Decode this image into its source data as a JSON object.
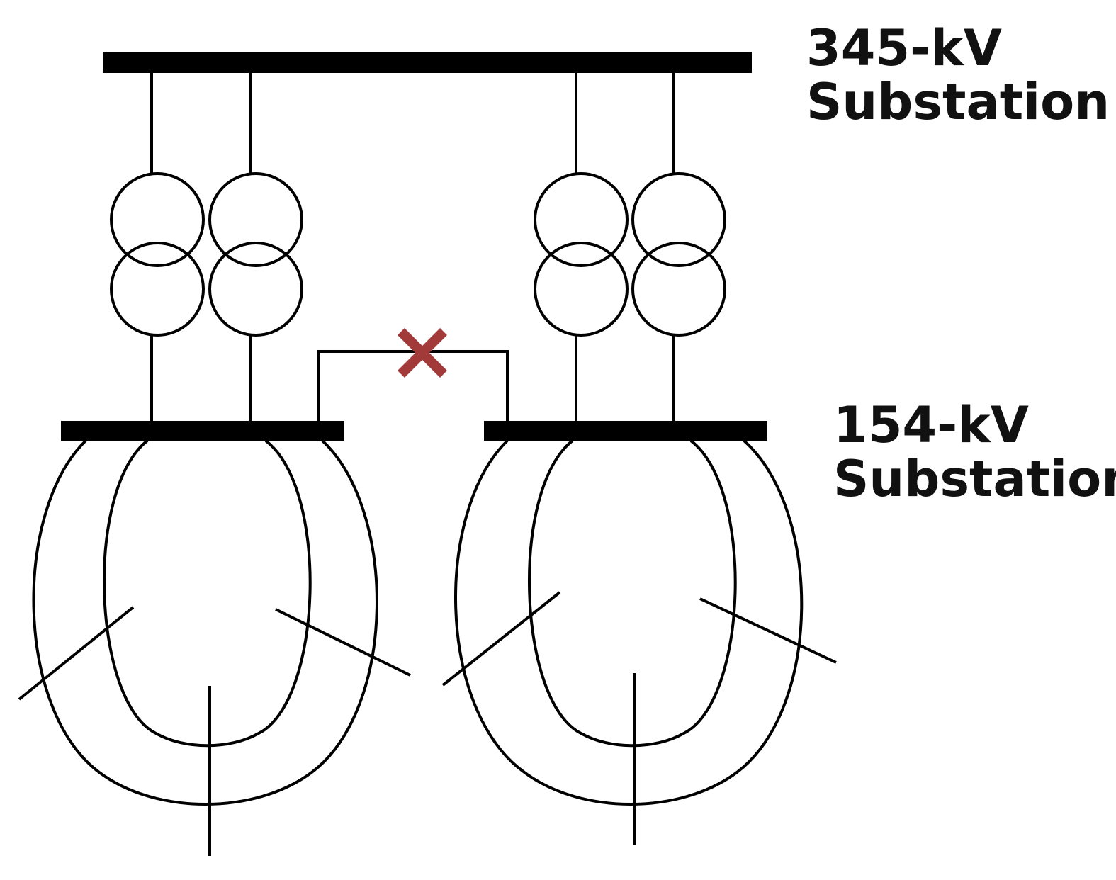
{
  "labels": {
    "hv_substation": {
      "voltage": "345-kV",
      "name": "Substation"
    },
    "mv_substation": {
      "voltage": "154-kV",
      "name": "Substation"
    }
  },
  "colors": {
    "line": "#000000",
    "open_tie_marker": "#a33a3a"
  },
  "elements": {
    "transformers_per_side": 2,
    "open_tie_marker_icon": "cross-icon"
  }
}
